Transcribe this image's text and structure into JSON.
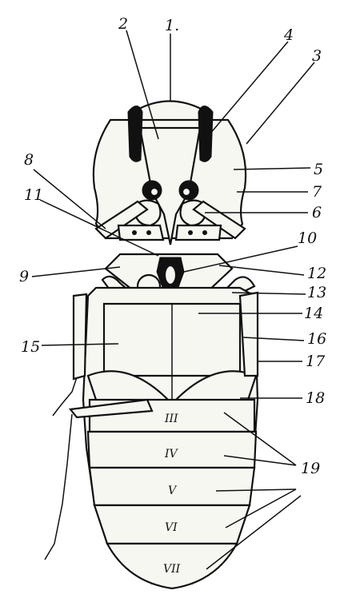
{
  "diagram": {
    "labels": [
      {
        "id": "1",
        "text": "1."
      },
      {
        "id": "2",
        "text": "2"
      },
      {
        "id": "3",
        "text": "3"
      },
      {
        "id": "4",
        "text": "4"
      },
      {
        "id": "5",
        "text": "5"
      },
      {
        "id": "6",
        "text": "6"
      },
      {
        "id": "7",
        "text": "7"
      },
      {
        "id": "8",
        "text": "8"
      },
      {
        "id": "9",
        "text": "9"
      },
      {
        "id": "10",
        "text": "10"
      },
      {
        "id": "11",
        "text": "11"
      },
      {
        "id": "12",
        "text": "12"
      },
      {
        "id": "13",
        "text": "13"
      },
      {
        "id": "14",
        "text": "14"
      },
      {
        "id": "15",
        "text": "15"
      },
      {
        "id": "16",
        "text": "16"
      },
      {
        "id": "17",
        "text": "17"
      },
      {
        "id": "18",
        "text": "18"
      },
      {
        "id": "19",
        "text": "19"
      }
    ],
    "segments": [
      "III",
      "IV",
      "V",
      "VI",
      "VII"
    ]
  }
}
